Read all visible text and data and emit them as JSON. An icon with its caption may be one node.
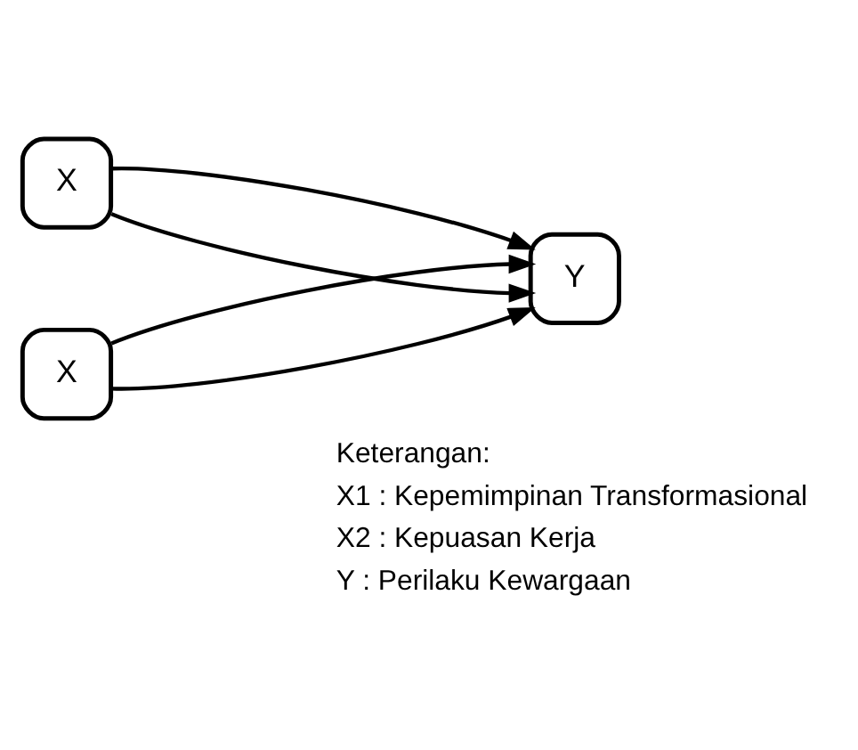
{
  "diagram": {
    "nodes": [
      {
        "text": [
          "X"
        ]
      },
      {
        "text": [
          "X"
        ]
      },
      {
        "text": [
          "Y"
        ]
      }
    ],
    "edges": [
      {
        "from": 0,
        "to": 2,
        "arrow": "to"
      },
      {
        "from": 0,
        "to": 2,
        "arrow": "to"
      },
      {
        "from": 1,
        "to": 2,
        "arrow": "to"
      },
      {
        "from": 1,
        "to": 2,
        "arrow": "to"
      }
    ],
    "labels": [
      "Keterangan:",
      "X1 : Kepemimpinan Transformasional",
      "X2 : Kepuasan Kerja",
      "Y : Perilaku Kewargaan"
    ]
  }
}
